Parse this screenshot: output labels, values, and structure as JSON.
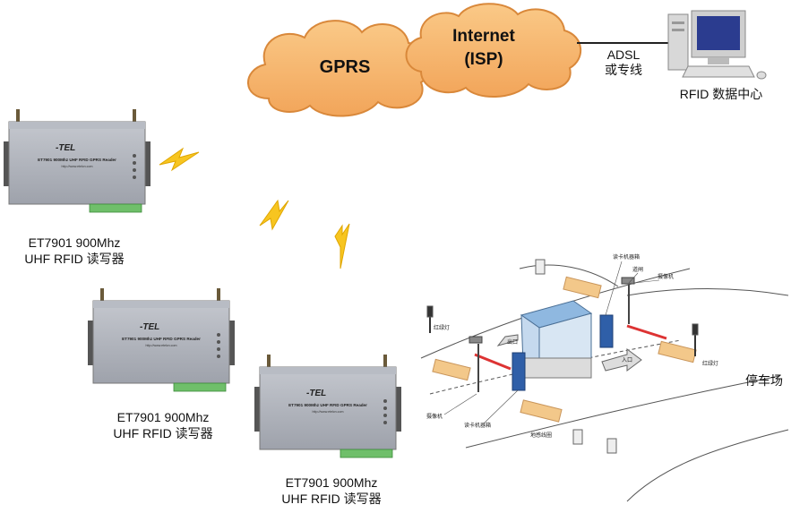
{
  "network": {
    "gprs_label": "GPRS",
    "internet_label": "Internet",
    "isp_label": "(ISP)",
    "link_label_line1": "ADSL",
    "link_label_line2": "或专线",
    "datacenter_label": "RFID 数据中心"
  },
  "readers": [
    {
      "line1": "ET7901 900Mhz",
      "line2": "UHF RFID 读写器",
      "brand": "-TEL",
      "model": "ET7901 900Mhz UHF RFID GPRS Reader",
      "url": "http://www.etelcn.com"
    },
    {
      "line1": "ET7901 900Mhz",
      "line2": "UHF RFID 读写器",
      "brand": "-TEL",
      "model": "ET7901 900Mhz UHF RFID GPRS Reader",
      "url": "http://www.etelcn.com"
    },
    {
      "line1": "ET7901 900Mhz",
      "line2": "UHF RFID 读写器",
      "brand": "-TEL",
      "model": "ET7901 900Mhz UHF RFID GPRS Reader",
      "url": "http://www.etelcn.com"
    }
  ],
  "parking": {
    "title": "停车场",
    "label_reader_box_top": "读卡机器箱",
    "label_gate": "道闸",
    "label_camera_top": "摄像机",
    "label_light_left": "红绿灯",
    "label_light_right": "红绿灯",
    "label_exit": "出口",
    "label_entry": "入口",
    "label_camera_bottom": "摄像机",
    "label_reader_box_bottom": "读卡机器箱",
    "label_ground_coil": "地感线圈"
  },
  "colors": {
    "cloud": "#f6b86a",
    "cloud_stroke": "#d9883a",
    "lightning": "#f7c520",
    "device": "#a9adb6",
    "terminal": "#6fbf6a",
    "coil": "#f3c88a"
  }
}
